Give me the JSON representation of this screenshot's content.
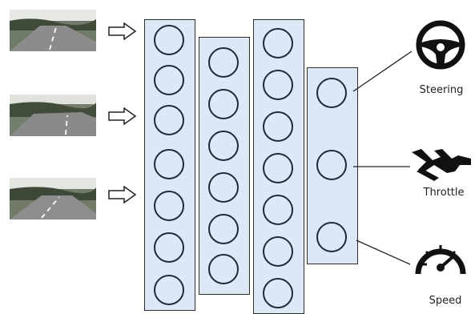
{
  "outputs": {
    "steering": "Steering",
    "throttle": "Throttle",
    "speed": "Speed"
  },
  "icons": {
    "steering": "steering-wheel-icon",
    "throttle": "pedal-icon",
    "speed": "speedometer-icon"
  },
  "layers": [
    {
      "nodes": 7
    },
    {
      "nodes": 6
    },
    {
      "nodes": 7
    },
    {
      "nodes": 3
    }
  ],
  "colors": {
    "layer_fill": "#dce8f5",
    "stroke": "#1f2a35",
    "icon": "#111111"
  }
}
